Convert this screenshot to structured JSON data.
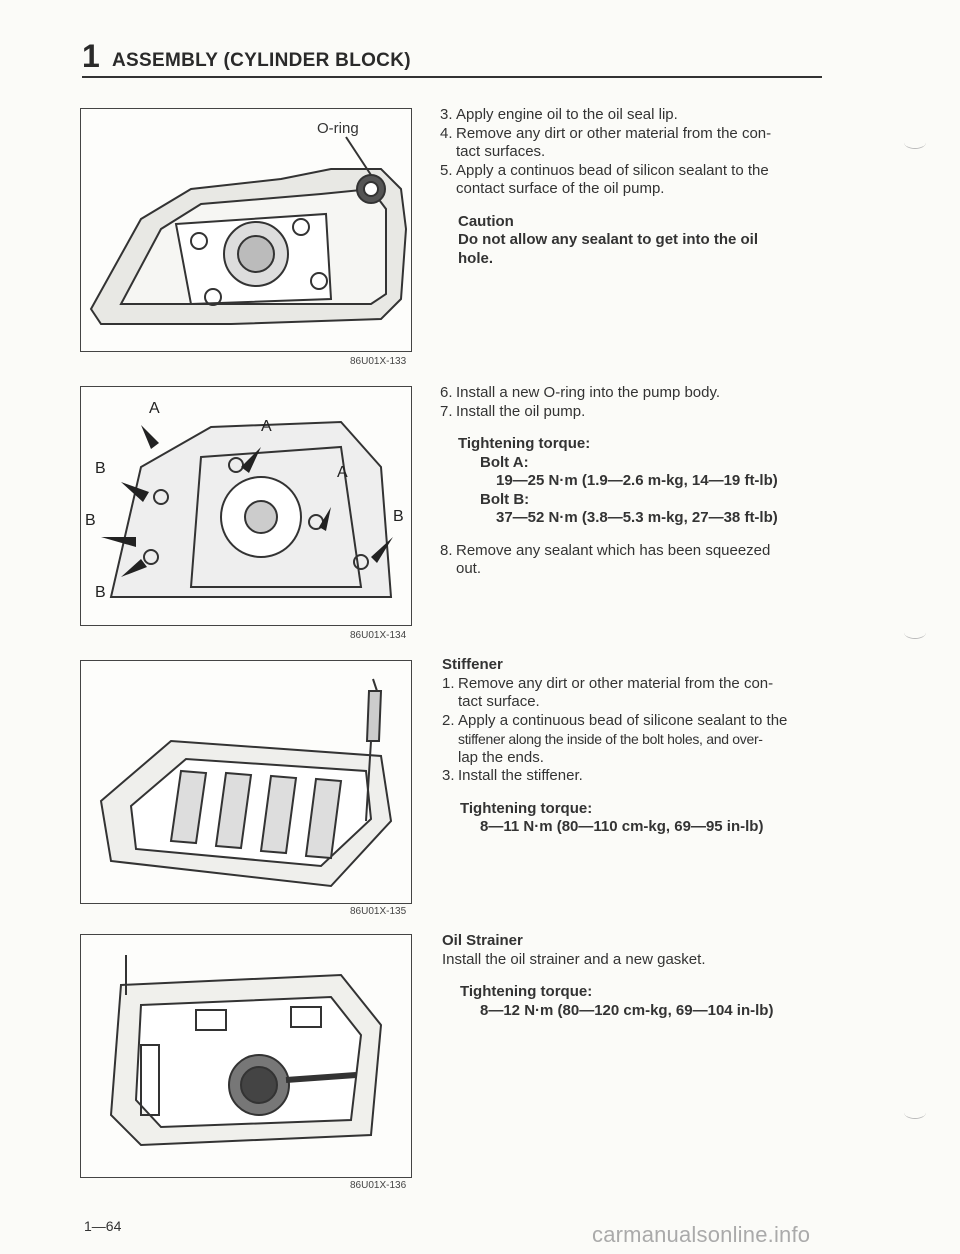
{
  "header": {
    "chapter_number": "1",
    "title": "ASSEMBLY (CYLINDER BLOCK)"
  },
  "figures": [
    {
      "code": "86U01X-133",
      "label": "O-ring"
    },
    {
      "code": "86U01X-134",
      "labels": [
        "A",
        "A",
        "A",
        "B",
        "B",
        "B",
        "B"
      ]
    },
    {
      "code": "86U01X-135"
    },
    {
      "code": "86U01X-136"
    }
  ],
  "section1": {
    "steps": [
      {
        "num": "3.",
        "lines": [
          "Apply engine oil to the oil seal lip."
        ]
      },
      {
        "num": "4.",
        "lines": [
          "Remove any dirt or other material from the con-",
          "tact surfaces."
        ]
      },
      {
        "num": "5.",
        "lines": [
          "Apply a continuos bead of silicon sealant to the",
          "contact surface of the oil pump."
        ]
      }
    ],
    "caution_title": "Caution",
    "caution_lines": [
      "Do not allow any sealant to get into the oil",
      "hole."
    ]
  },
  "section2": {
    "steps": [
      {
        "num": "6.",
        "lines": [
          "Install a new O-ring into the pump body."
        ]
      },
      {
        "num": "7.",
        "lines": [
          "Install the oil pump."
        ]
      }
    ],
    "torque_title": "Tightening torque:",
    "bolt_a_label": "Bolt A:",
    "bolt_a_value": "19—25 N·m (1.9—2.6 m-kg, 14—19 ft-lb)",
    "bolt_b_label": "Bolt B:",
    "bolt_b_value": "37—52 N·m (3.8—5.3 m-kg, 27—38 ft-lb)",
    "step8": {
      "num": "8.",
      "lines": [
        "Remove any sealant which has been squeezed",
        "out."
      ]
    }
  },
  "section3": {
    "title": "Stiffener",
    "steps": [
      {
        "num": "1.",
        "lines": [
          "Remove any dirt or other material from the con-",
          "tact surface."
        ]
      },
      {
        "num": "2.",
        "lines": [
          "Apply a continuous bead of silicone sealant to the",
          "stiffener along the inside of the bolt holes, and over-",
          "lap the ends."
        ]
      },
      {
        "num": "3.",
        "lines": [
          "Install the stiffener."
        ]
      }
    ],
    "torque_title": "Tightening torque:",
    "torque_value": "8—11 N·m (80—110 cm-kg, 69—95 in-lb)"
  },
  "section4": {
    "title": "Oil Strainer",
    "line": "Install the oil strainer and a new gasket.",
    "torque_title": "Tightening torque:",
    "torque_value": "8—12 N·m (80—120 cm-kg, 69—104 in-lb)"
  },
  "footer": {
    "page_number": "1—64",
    "watermark": "carmanualsonline.info"
  }
}
